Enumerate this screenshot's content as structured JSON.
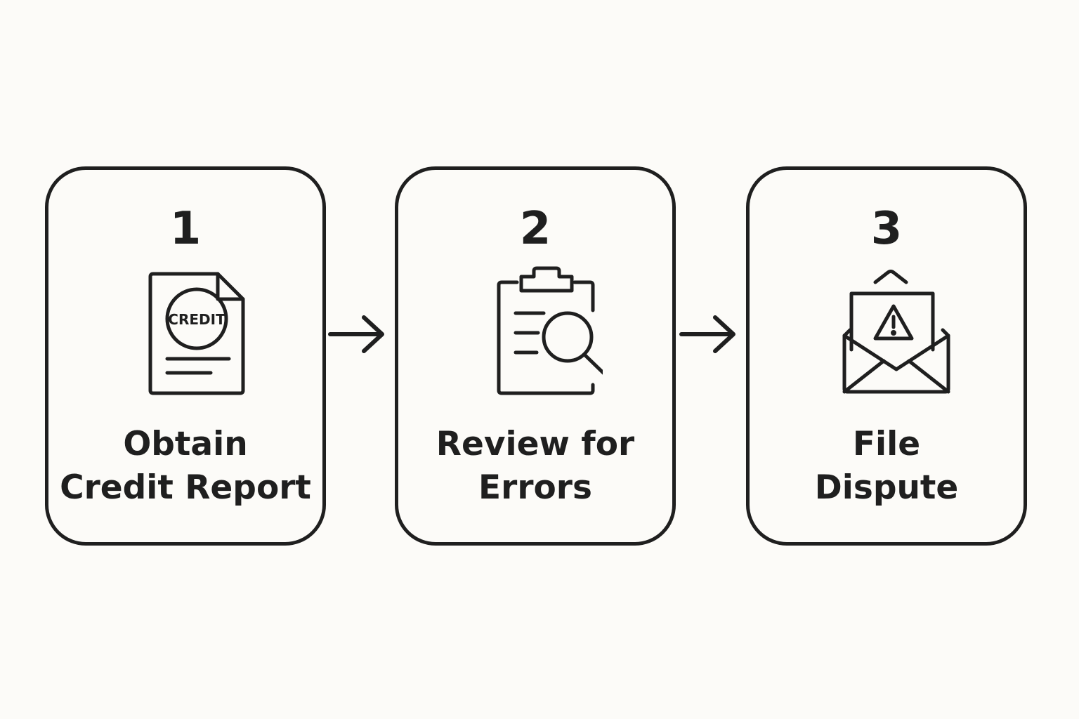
{
  "steps": [
    {
      "number": "1",
      "label_line1": "Obtain",
      "label_line2": "Credit Report",
      "icon": "credit-report-document-icon",
      "icon_text": "CREDIT"
    },
    {
      "number": "2",
      "label_line1": "Review for",
      "label_line2": "Errors",
      "icon": "clipboard-magnifier-icon"
    },
    {
      "number": "3",
      "label_line1": "File",
      "label_line2": "Dispute",
      "icon": "envelope-warning-icon"
    }
  ],
  "arrows": [
    "arrow-right-icon",
    "arrow-right-icon"
  ],
  "colors": {
    "background": "#fcfbf8",
    "stroke": "#1f1f1f"
  }
}
